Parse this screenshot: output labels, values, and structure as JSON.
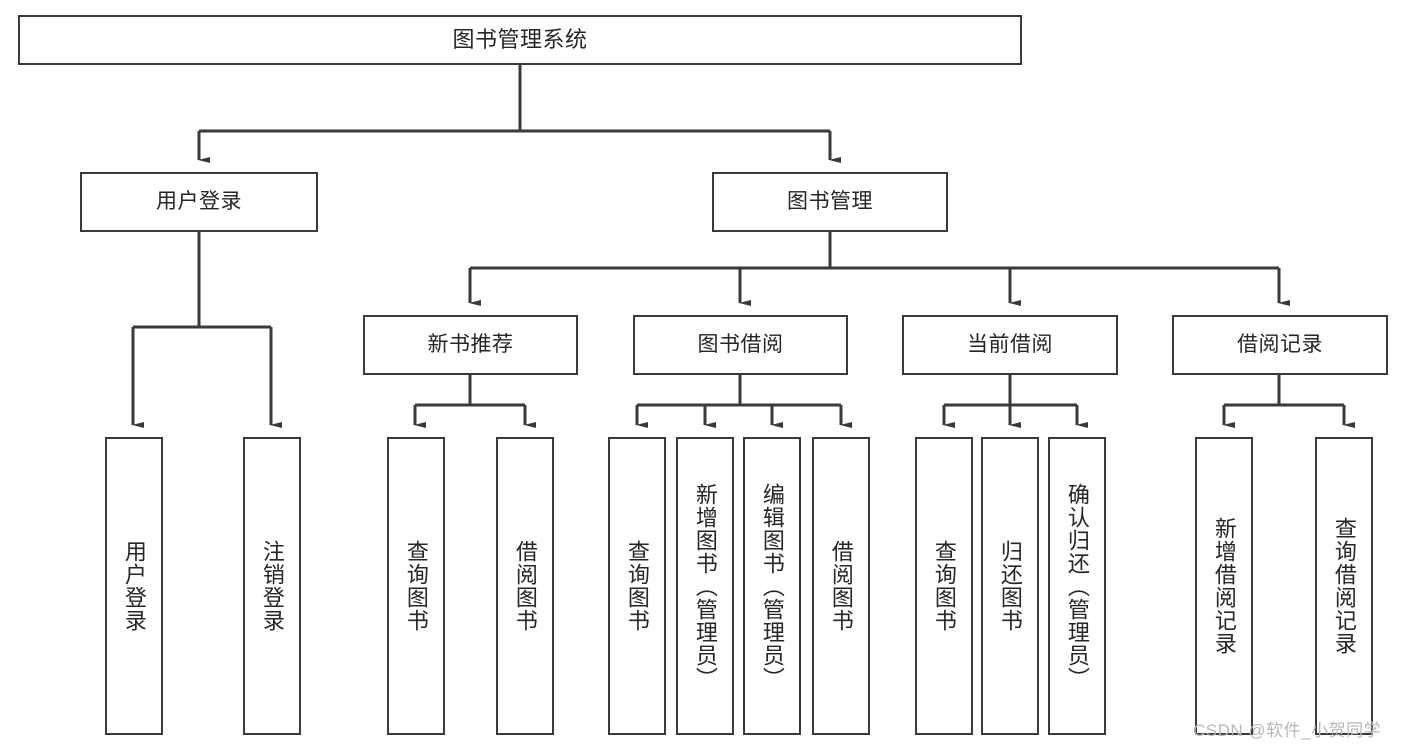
{
  "diagram": {
    "type": "tree-hierarchy-chart",
    "title_text": "图书管理系统",
    "colors": {
      "box_border": "#3a3a3a",
      "box_fill": "#ffffff",
      "connector": "#3a3a3a",
      "text": "#262626",
      "watermark": "#b8b8b8",
      "background": "#ffffff"
    },
    "root": {
      "label": "图书管理系统"
    },
    "level2": [
      {
        "label": "用户登录"
      },
      {
        "label": "图书管理"
      }
    ],
    "level3": [
      {
        "label": "新书推荐"
      },
      {
        "label": "图书借阅"
      },
      {
        "label": "当前借阅"
      },
      {
        "label": "借阅记录"
      }
    ],
    "leaves": {
      "user_login": [
        {
          "label": "用户登录"
        },
        {
          "label": "注销登录"
        }
      ],
      "new_book_recommend": [
        {
          "label": "查询图书"
        },
        {
          "label": "借阅图书"
        }
      ],
      "book_borrow": [
        {
          "label": "查询图书"
        },
        {
          "label": "新增图书（管理员）"
        },
        {
          "label": "编辑图书（管理员）"
        },
        {
          "label": "借阅图书"
        }
      ],
      "current_borrow": [
        {
          "label": "查询图书"
        },
        {
          "label": "归还图书"
        },
        {
          "label": "确认归还（管理员）"
        }
      ],
      "borrow_records": [
        {
          "label": "新增借阅记录"
        },
        {
          "label": "查询借阅记录"
        }
      ]
    },
    "watermark": {
      "text": "CSDN @软件_小贺同学"
    }
  }
}
